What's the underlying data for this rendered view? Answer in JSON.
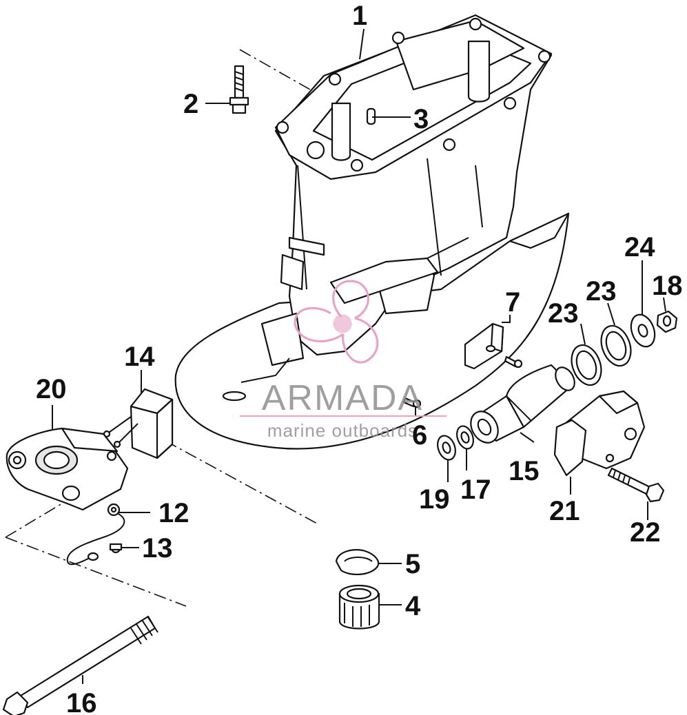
{
  "callouts": {
    "c1": "1",
    "c2": "2",
    "c3": "3",
    "c4": "4",
    "c5": "5",
    "c6": "6",
    "c7": "7",
    "c12": "12",
    "c13": "13",
    "c14": "14",
    "c15": "15",
    "c16": "16",
    "c17": "17",
    "c18": "18",
    "c19": "19",
    "c20": "20",
    "c21": "21",
    "c22": "22",
    "c23a": "23",
    "c23b": "23",
    "c24": "24"
  },
  "watermark": {
    "brand": "ARMADA",
    "tagline": "marine outboards"
  },
  "colors": {
    "line": "#111111",
    "watermark_logo": "#e8a3c6",
    "watermark_text": "#8f8f8f"
  }
}
